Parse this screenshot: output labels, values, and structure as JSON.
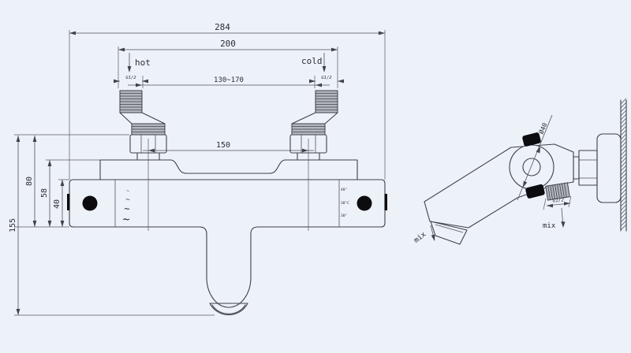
{
  "front_view": {
    "dims": {
      "overall_width": "284",
      "inlet_span": "200",
      "adjust_range": "130~170",
      "union_spacing": "150",
      "height_total": "155",
      "height_body": "80",
      "height_upper": "58",
      "height_knob": "40"
    },
    "labels": {
      "hot": "hot",
      "cold": "cold",
      "thread_left": "G1/2",
      "thread_right": "G1/2"
    },
    "flow_marks": [
      "~",
      "~",
      "~",
      "~"
    ],
    "temp_marks": [
      "40°",
      "38°C",
      "30°"
    ]
  },
  "side_view": {
    "dims": {
      "knob_diameter": "Ø40",
      "outlet_thread": "G1/2"
    },
    "labels": {
      "mix_spout": "mix",
      "mix_outlet": "mix"
    }
  },
  "colors": {
    "background": "#edf1f8",
    "line": "#3f414b",
    "metal": "#b3b6be",
    "black_detail": "#0c0c0e"
  }
}
